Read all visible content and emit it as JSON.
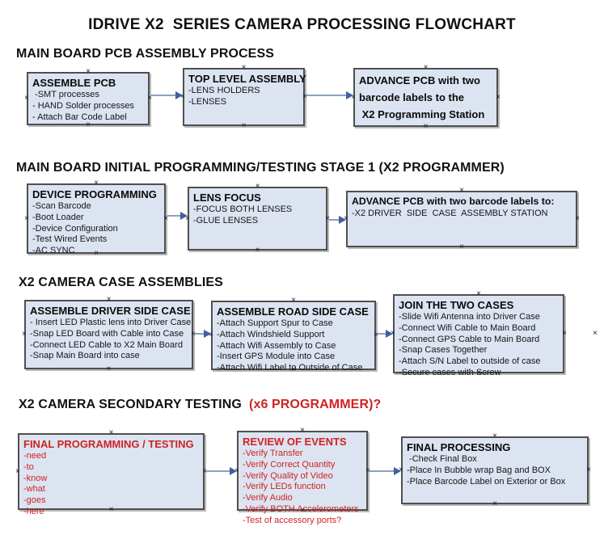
{
  "title": "IDRIVE X2  SERIES CAMERA PROCESSING FLOWCHART",
  "colors": {
    "box_fill": "#dce4f1",
    "box_border": "#4f4f4f",
    "red_text": "#cf2323",
    "arrow_line": "#8ba1c2",
    "arrow_head": "#3f5f9f"
  },
  "sections": [
    {
      "heading": "MAIN BOARD PCB ASSEMBLY PROCESS",
      "boxes": [
        {
          "title": "ASSEMBLE PCB",
          "items": [
            " -SMT processes",
            "- HAND Solder processes",
            "- Attach Bar Code Label"
          ]
        },
        {
          "title": "TOP LEVEL ASSEMBLY",
          "items": [
            "-LENS HOLDERS",
            "-LENSES"
          ]
        },
        {
          "title": "",
          "items": [
            "ADVANCE PCB with two",
            "barcode labels to the",
            " X2 Programming Station"
          ]
        }
      ]
    },
    {
      "heading": "MAIN BOARD INITIAL PROGRAMMING/TESTING STAGE 1 (X2 PROGRAMMER)",
      "boxes": [
        {
          "title": "DEVICE PROGRAMMING",
          "items": [
            "-Scan Barcode",
            "-Boot Loader",
            "-Device Configuration",
            "-Test Wired Events",
            "-AC SYNC"
          ]
        },
        {
          "title": "LENS FOCUS",
          "items": [
            "-FOCUS BOTH LENSES",
            "-GLUE LENSES"
          ]
        },
        {
          "title": "ADVANCE PCB with two barcode labels to:",
          "items": [
            "-X2 DRIVER  SIDE  CASE  ASSEMBLY STATION"
          ]
        }
      ]
    },
    {
      "heading": "X2 CAMERA CASE ASSEMBLIES",
      "boxes": [
        {
          "title": "ASSEMBLE DRIVER SIDE CASE",
          "items": [
            "- Insert LED Plastic lens into Driver Case",
            "-Snap LED Board with Cable into Case",
            "-Connect LED Cable to X2 Main Board",
            "-Snap Main Board into case"
          ]
        },
        {
          "title": "ASSEMBLE ROAD SIDE CASE",
          "items": [
            "-Attach Support Spur to Case",
            "-Attach Windshield Support",
            "-Attach Wifi Assembly to Case",
            "-Insert GPS Module into Case",
            "-Attach Wifi Label to Outside of Case"
          ]
        },
        {
          "title": "JOIN THE TWO CASES",
          "items": [
            "-Slide Wifi Antenna into Driver Case",
            "-Connect Wifi Cable to Main Board",
            "-Connect GPS Cable to Main Board",
            "-Snap Cases Together",
            "-Attach S/N Label to outside of case",
            "-Secure cases with Screw"
          ]
        }
      ]
    },
    {
      "heading": "X2 CAMERA SECONDARY TESTING  ",
      "heading_red": "(x6 PROGRAMMER)?",
      "boxes": [
        {
          "title": "FINAL PROGRAMMING / TESTING",
          "items": [
            "-need",
            "-to",
            "-know",
            "-what",
            "-goes",
            "-here"
          ]
        },
        {
          "title": "REVIEW OF EVENTS",
          "items": [
            "-Verify Transfer",
            "-Verify Correct Quantity",
            "-Verify Quality of Video",
            "-Verify LEDs function",
            "-Verify Audio",
            "-Verify BOTH Accelerometers",
            "-Test of accessory ports?"
          ]
        },
        {
          "title": "FINAL PROCESSING",
          "items": [
            " -Check Final Box",
            "-Place In Bubble wrap Bag and BOX",
            "-Place Barcode Label on Exterior or Box"
          ]
        }
      ]
    }
  ]
}
